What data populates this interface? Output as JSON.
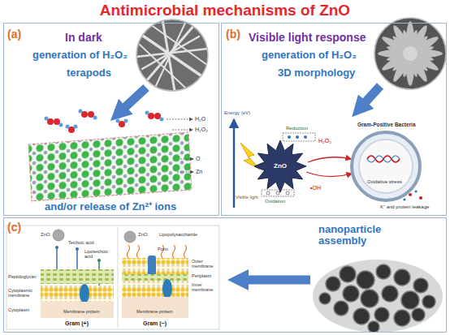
{
  "diagram": {
    "title": "Antimicrobial mechanisms of ZnO",
    "nodes": [
      {
        "text": [
          "(a)",
          "In dark",
          "generation of H₂O₂",
          "terapods",
          "and/or release of Zn²⁺ ions"
        ]
      },
      {
        "text": [
          "(b)",
          "Visible light response",
          "generation of H₂O₂",
          "3D morphology"
        ]
      },
      {
        "text": [
          "(c)",
          "nanoparticle assembly"
        ]
      }
    ],
    "labels": [
      "H₂O",
      "H₂O₂",
      "O",
      "Zn",
      "Energy (eV)",
      "Visible light",
      "ZnO",
      "Reduction",
      "Oxidation",
      "H₂O₂",
      "•OH",
      "Gram-Positive Bacteria",
      "Oxidative stress",
      "K⁺ and protein leakage",
      "ZnO",
      "Teichoic acid",
      "Lipoteichoic acid",
      "Peptidoglycan",
      "Cytoplasmic membrane",
      "Cytoplasm",
      "Membrane protein",
      "Gram (+)",
      "ZnO",
      "Porin",
      "Lipopolysaccharide",
      "Outer membrane",
      "Periplasm",
      "Inner membrane",
      "Membrane protein",
      "Gram (−)"
    ]
  }
}
